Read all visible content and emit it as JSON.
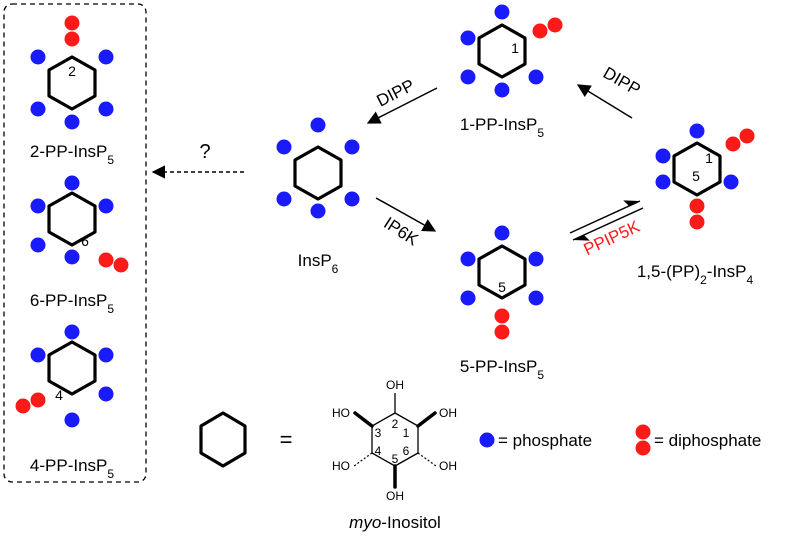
{
  "colors": {
    "phosphate": "#1a1aff",
    "diphosphate": "#ff1a1a",
    "ring": "#000000",
    "enzyme_ppip5k": "#ff1a1a",
    "enzyme_default": "#000000"
  },
  "compounds": {
    "pp2": {
      "name": "2-PP-InsP",
      "sub": "5",
      "ring_number": "2"
    },
    "pp6": {
      "name": "6-PP-InsP",
      "sub": "5",
      "ring_number": "6"
    },
    "pp4": {
      "name": "4-PP-InsP",
      "sub": "5",
      "ring_number": "4"
    },
    "insp6": {
      "name": "InsP",
      "sub": "6"
    },
    "pp1": {
      "name": "1-PP-InsP",
      "sub": "5",
      "ring_number": "1"
    },
    "pp5": {
      "name": "5-PP-InsP",
      "sub": "5",
      "ring_number": "5"
    },
    "pp15": {
      "pre": "1,5-(PP)",
      "sub1": "2",
      "mid": "-InsP",
      "sub2": "4",
      "ring_number_1": "1",
      "ring_number_5": "5"
    }
  },
  "enzymes": {
    "dipp_left": "DIPP",
    "dipp_right": "DIPP",
    "ip6k": "IP6K",
    "ppip5k": "PPIP5K"
  },
  "unknown_mark": "?",
  "legend": {
    "equals": "=",
    "oh": "OH",
    "ho": "HO",
    "ring_numbers": [
      "1",
      "2",
      "3",
      "4",
      "5",
      "6"
    ],
    "myo_italic": "myo",
    "myo_rest": "-Inositol",
    "phosphate_label": "= phosphate",
    "diphosphate_label": "= diphosphate"
  }
}
